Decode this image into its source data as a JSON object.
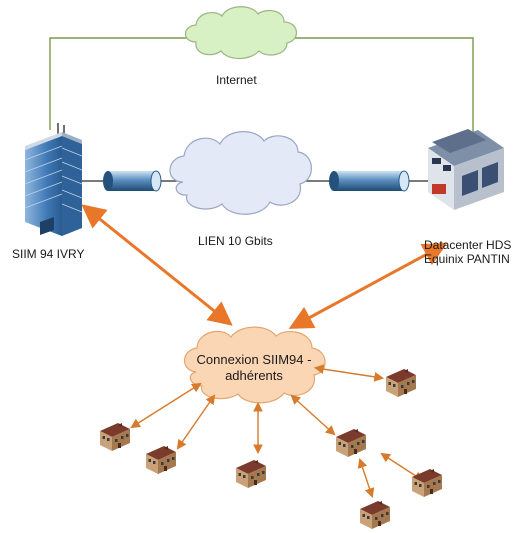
{
  "labels": {
    "internet": "Internet",
    "link": "LIEN 10 Gbits",
    "site_ivry": "SIIM 94 IVRY",
    "datacenter_line1": "Datacenter HDS",
    "datacenter_line2": "Equinix PANTIN",
    "hub_line1": "Connexion SIIM94 -",
    "hub_line2": "adhérents"
  },
  "colors": {
    "internet_line": "#7a9a4a",
    "internet_cloud": "#d7f0c4",
    "link_cloud": "#e4e9f7",
    "hub_cloud": "#fbd6b5",
    "arrow_main": "#e8772a",
    "arrow_member": "#d77a2c",
    "pipe": "#2b5a86"
  },
  "icons": {
    "building": "office-tower-icon",
    "datacenter": "datacenter-icon",
    "member": "house-icon"
  }
}
